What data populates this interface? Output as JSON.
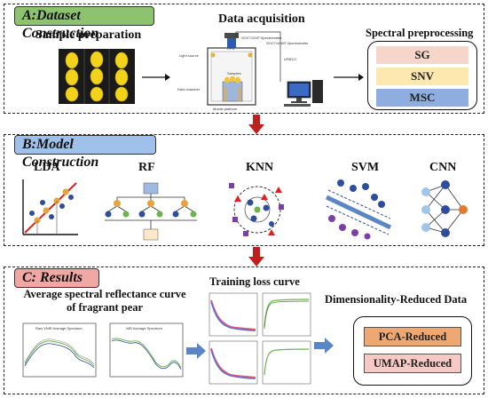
{
  "panel_a": {
    "tag": "A:Dataset Construction",
    "sample_title": "Sample preparation",
    "acquisition_title": "Data acquisition",
    "preprocessing_title": "Spectral preprocessing",
    "apparatus_labels": {
      "light_source": "Light source",
      "spectrometer_1": "SOC710VP Spectrometer",
      "spectrometer_2": "SOC710NIR Spectrometer",
      "cpu": "CPU",
      "dark_chamber": "Dark chamber",
      "samples": "Samples",
      "mobile_platform": "Mobile platform",
      "usb": "USB3.0"
    },
    "methods": [
      {
        "label": "SG",
        "color": "#f6d5cb"
      },
      {
        "label": "SNV",
        "color": "#fde9b0"
      },
      {
        "label": "MSC",
        "color": "#8eaee0"
      }
    ]
  },
  "panel_b": {
    "tag": "B:Model Construction",
    "models": [
      "LDA",
      "RF",
      "KNN",
      "SVM",
      "CNN"
    ]
  },
  "panel_c": {
    "tag": "C: Results",
    "avg_title_line1": "Average spectral reflectance curve",
    "avg_title_line2": "of fragrant pear",
    "loss_title": "Training loss curve",
    "dimred_title": "Dimensionality-Reduced Data",
    "mini_plot_1_title": "Raw VNIR Average Spectrum",
    "mini_plot_2_title": "NIR Average Spectrum",
    "reduced": [
      {
        "label": "PCA-Reduced",
        "color": "#f0a872"
      },
      {
        "label": "UMAP-Reduced",
        "color": "#f6c9c4"
      }
    ]
  },
  "colors": {
    "arrow_red": "#c0201b",
    "arrow_blue": "#5b86c6",
    "accent_orange": "#e8a33c",
    "dot_blue": "#2e4d9c"
  }
}
